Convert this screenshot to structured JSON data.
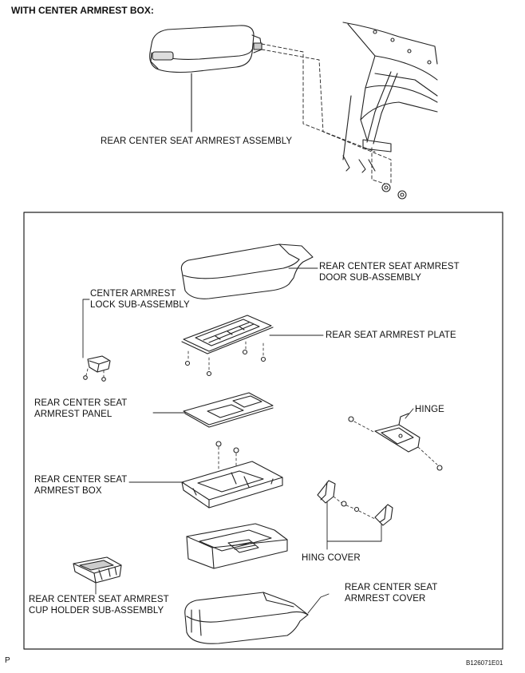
{
  "header": "WITH CENTER ARMREST BOX:",
  "labels": {
    "armrest_assembly": "REAR CENTER SEAT ARMREST ASSEMBLY",
    "door_sub_assembly": "REAR CENTER SEAT ARMREST\nDOOR SUB-ASSEMBLY",
    "lock_sub_assembly": "CENTER ARMREST\nLOCK SUB-ASSEMBLY",
    "armrest_plate": "REAR SEAT ARMREST PLATE",
    "armrest_panel": "REAR CENTER SEAT\nARMREST PANEL",
    "hinge": "HINGE",
    "armrest_box": "REAR CENTER SEAT\nARMREST BOX",
    "hinge_cover": "HING COVER",
    "cup_holder": "REAR CENTER SEAT ARMREST\nCUP HOLDER SUB-ASSEMBLY",
    "armrest_cover": "REAR CENTER SEAT\nARMREST COVER"
  },
  "footer": {
    "left": "P",
    "right": "B126071E01"
  }
}
